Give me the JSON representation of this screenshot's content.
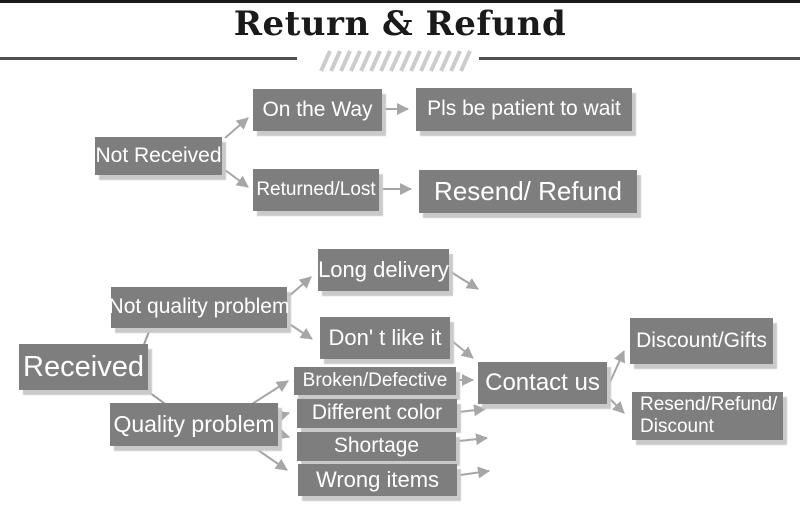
{
  "header": {
    "title": "Return & Refund"
  },
  "nodes": {
    "not_received": "Not Received",
    "on_the_way": "On the Way",
    "pls_wait": "Pls be patient to wait",
    "returned_lost": "Returned/Lost",
    "resend_refund": "Resend/ Refund",
    "received": "Received",
    "not_quality_problem": "Not quality problem",
    "long_delivery": "Long delivery",
    "dont_like_it": "Don' t like it",
    "quality_problem": "Quality problem",
    "broken_defective": "Broken/Defective",
    "different_color": "Different color",
    "shortage": "Shortage",
    "wrong_items": "Wrong items",
    "contact_us": "Contact us",
    "discount_gifts": "Discount/Gifts",
    "resend_refund_discount_line1": "Resend/Refund/",
    "resend_refund_discount_line2": "Discount"
  },
  "colors": {
    "background": "#ffffff",
    "title": "#1a1a1a",
    "divider": "#4f4f4f",
    "hatch": "#cccccc",
    "box-bg": "#7e7e7e",
    "box-text": "#ffffff",
    "box-shadow": "#c9c9c9",
    "arrow": "#a6a6a6",
    "line": "#9b9b9b"
  }
}
